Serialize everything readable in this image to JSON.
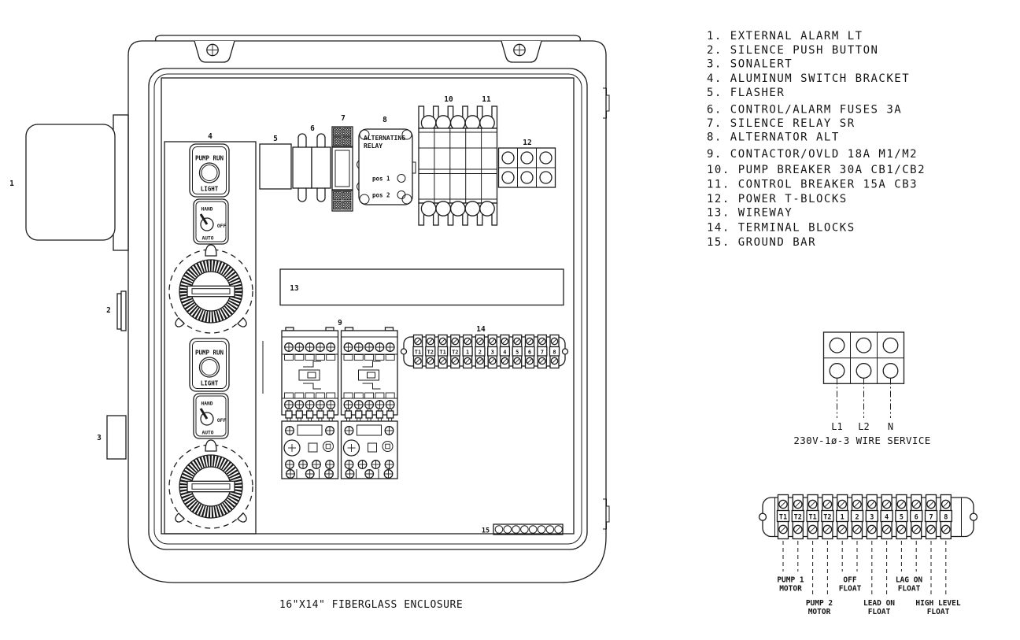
{
  "parts_list": {
    "items": [
      "1. EXTERNAL ALARM LT",
      "2. SILENCE PUSH BUTTON",
      "3. SONALERT",
      "4. ALUMINUM SWITCH BRACKET",
      "5. FLASHER",
      "6. CONTROL/ALARM FUSES 3A",
      "7. SILENCE RELAY SR",
      "8. ALTERNATOR ALT",
      "9. CONTACTOR/OVLD 18A M1/M2",
      "10. PUMP BREAKER 30A CB1/CB2",
      "11. CONTROL BREAKER 15A CB3",
      "12. POWER T-BLOCKS",
      "13. WIREWAY",
      "14. TERMINAL BLOCKS",
      "15. GROUND BAR"
    ]
  },
  "enclosure": {
    "caption": "16\"X14\" FIBERGLASS ENCLOSURE",
    "callouts": [
      "1",
      "2",
      "3",
      "4",
      "5",
      "6",
      "7",
      "8",
      "9",
      "10",
      "11",
      "12",
      "13",
      "14",
      "15"
    ],
    "pump_run_light": {
      "line1": "PUMP RUN",
      "line2": "LIGHT"
    },
    "hoa_switch": {
      "hand": "HAND",
      "off": "OFF",
      "auto": "AUTO"
    },
    "alternating_relay": {
      "line1": "ALTERNATING",
      "line2": "RELAY",
      "pos1": "pos 1",
      "pos2": "pos 2"
    }
  },
  "terminal_strip": {
    "labels": [
      "T1",
      "T2",
      "T1",
      "T2",
      "1",
      "2",
      "3",
      "4",
      "5",
      "6",
      "7",
      "8"
    ]
  },
  "wire_service": {
    "terminals": [
      "L1",
      "L2",
      "N"
    ],
    "caption": "230V-1ø-3 WIRE SERVICE"
  },
  "float_connections": [
    {
      "line1": "PUMP 1",
      "line2": "MOTOR"
    },
    {
      "line1": "PUMP 2",
      "line2": "MOTOR"
    },
    {
      "line1": "OFF",
      "line2": "FLOAT"
    },
    {
      "line1": "LEAD ON",
      "line2": "FLOAT"
    },
    {
      "line1": "LAG ON",
      "line2": "FLOAT"
    },
    {
      "line1": "HIGH LEVEL",
      "line2": "FLOAT"
    }
  ]
}
